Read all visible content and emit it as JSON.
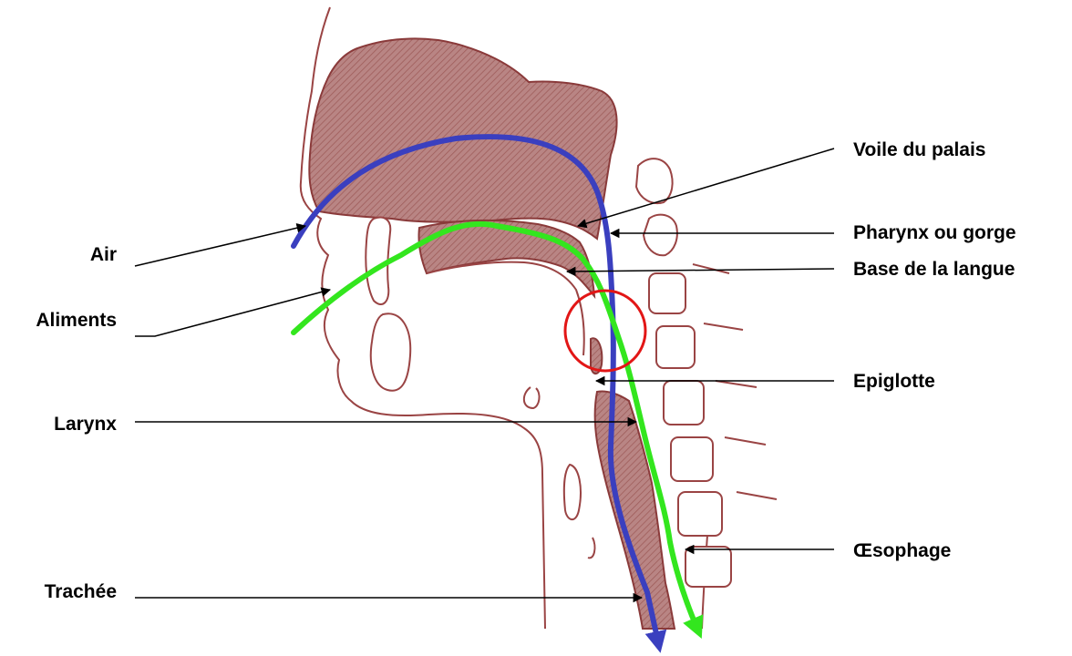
{
  "labels": {
    "voile": "Voile du palais",
    "pharynx": "Pharynx ou gorge",
    "langue": "Base de la langue",
    "epiglotte": "Epiglotte",
    "oesophage": "Œsophage",
    "air": "Air",
    "aliments": "Aliments",
    "larynx": "Larynx",
    "trachee": "Trachée"
  },
  "colors": {
    "tissue_fill": "#b87a78",
    "tissue_stroke": "#8a3a3a",
    "outline": "#9a4444",
    "air_path": "#3a3fbf",
    "food_path": "#33e61e",
    "highlight_circle": "#e21616",
    "leader_line": "#000000"
  }
}
